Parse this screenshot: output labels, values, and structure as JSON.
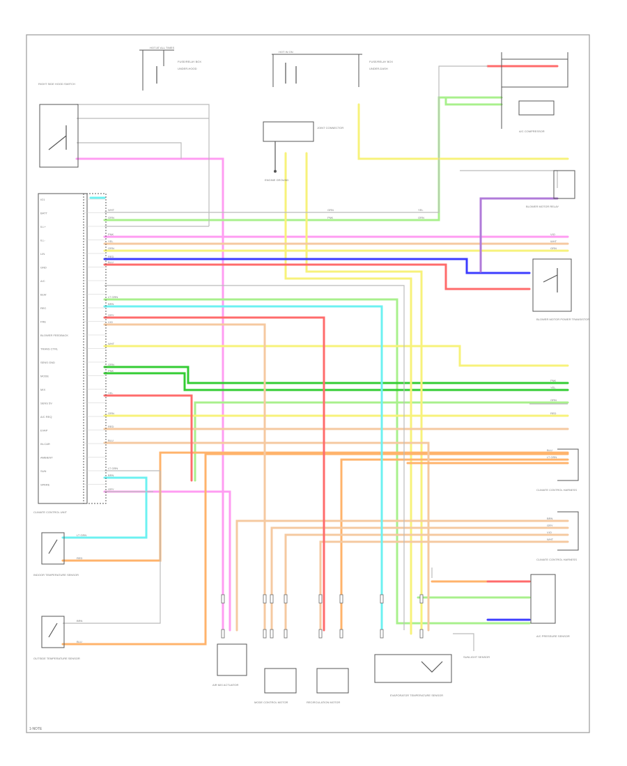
{
  "diagram": {
    "footer_code": "1-NOTE",
    "colors": {
      "pink": "#ff9cf2",
      "light_green": "#a8f08c",
      "green": "#33cc33",
      "yellow": "#f7f27a",
      "orange": "#ffb36b",
      "tan": "#f5c9a0",
      "red": "#ff6b6b",
      "blue": "#3c3cff",
      "purple": "#b07ad9",
      "cyan": "#6cf1f1",
      "gray": "#cccccc",
      "frame": "#999999"
    }
  },
  "components": {
    "top_fuse_left": "HOT AT ALL TIMES",
    "top_fuse_center": "HOT IN ON",
    "left_switch": "RIGHT SIDE HOOD SWITCH",
    "junction_block": "JOINT CONNECTOR",
    "engine_ground": "ENGINE GROUND",
    "ecm": "CLIMATE CONTROL UNIT",
    "compressor_clutch": "A/C COMPRESSOR",
    "blower_relay": "BLOWER MOTOR RELAY",
    "blower_resistor": "BLOWER MOTOR POWER TRANSISTOR",
    "left_sensor_1": "INDOOR TEMPERATURE SENSOR",
    "left_sensor_2": "OUTSIDE TEMPERATURE SENSOR",
    "bottom_actuator_1": "AIR MIX ACTUATOR",
    "bottom_actuator_2": "MODE CONTROL MOTOR",
    "bottom_actuator_3": "RECIRCULATION MOTOR",
    "bottom_sensor": "EVAPORATOR TEMPERATURE SENSOR",
    "bottom_right_sensor": "SUNLIGHT SENSOR",
    "right_motor": "A/C PRESSURE SENSOR",
    "climate_harness_1": "CLIMATE CONTROL HARNESS",
    "climate_harness_2": "CLIMATE CONTROL HARNESS"
  },
  "pin_labels": [
    "IG1",
    "BATT",
    "ILL+",
    "ILL-",
    "LIN",
    "GND",
    "A/C",
    "BLW",
    "REC",
    "FRE",
    "BLOWER FEEDBACK",
    "TRANS CTRL",
    "SENS GND",
    "MODE",
    "MIX",
    "SENS 5V",
    "A/C REQ",
    "EVAP",
    "IN-CAR",
    "AMBIENT",
    "SUN",
    "SPARE"
  ],
  "wire_codes": [
    "WHT",
    "GRN",
    "PNK",
    "YEL",
    "ORN",
    "RED",
    "BLU",
    "LT GRN",
    "BRN",
    "GRY",
    "VIO"
  ]
}
